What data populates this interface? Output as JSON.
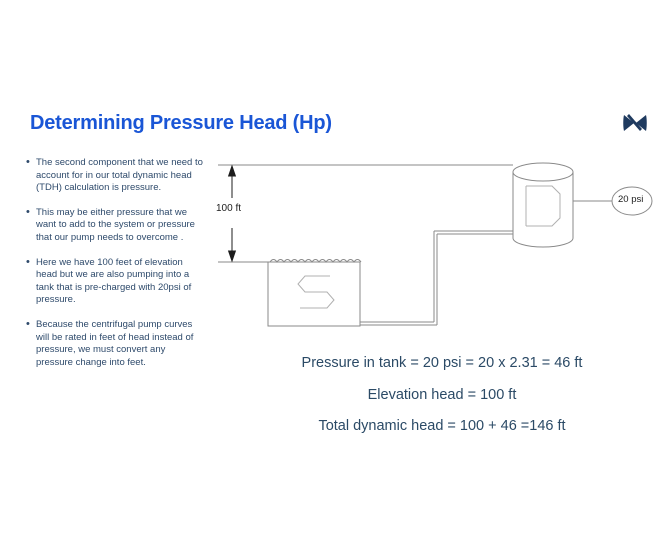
{
  "slide": {
    "background_color": "#ffffff",
    "title": "Determining Pressure Head (Hp)",
    "title_color": "#1a56d6",
    "body_text_color": "#2e4a6b",
    "equation_text_color": "#2b4a66",
    "diagram_line_color": "#808080"
  },
  "corner_icon": {
    "name": "bowtie-x-icon",
    "color": "#1f3a5f"
  },
  "bullets": [
    {
      "marker": "•",
      "text": "The second component that we need to account for in our total dynamic head (TDH) calculation is pressure."
    },
    {
      "marker": "•",
      "text": "This may be either pressure that we want to add to the system or pressure that our pump needs to overcome ."
    },
    {
      "marker": "•",
      "text": "Here we have 100 feet of elevation head but we are also pumping into a tank that is pre-charged with 20psi of pressure."
    },
    {
      "marker": "•",
      "text": "Because the centrifugal pump curves will be rated in feet of head instead of pressure, we must convert any pressure change into feet."
    }
  ],
  "equations": [
    "Pressure in tank = 20 psi = 20 x 2.31 = 46 ft",
    "Elevation head = 100 ft",
    "Total dynamic head = 100 + 46 =146 ft"
  ],
  "diagram": {
    "elevation_label": "100 ft",
    "pressure_label": "20 psi",
    "tank_letter": "D",
    "reservoir_letter": "S",
    "elevation_value_ft": 100,
    "tank_pressure_psi": 20
  }
}
